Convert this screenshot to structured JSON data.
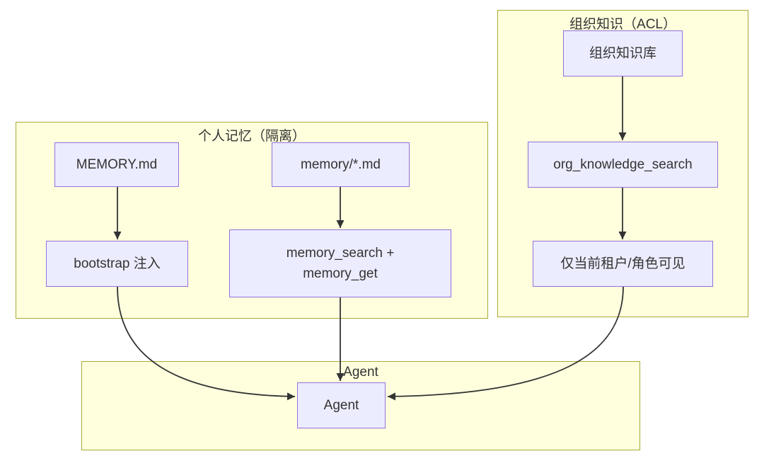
{
  "diagram": {
    "type": "flowchart",
    "clusters": {
      "personal": {
        "title": "个人记忆（隔离）"
      },
      "org": {
        "title": "组织知识（ACL）"
      },
      "agent": {
        "title": "Agent"
      }
    },
    "nodes": {
      "memory_md": {
        "label": "MEMORY.md"
      },
      "memory_glob": {
        "label": "memory/*.md"
      },
      "bootstrap": {
        "label": "bootstrap 注入"
      },
      "memory_search": {
        "label": "memory_search +\nmemory_get"
      },
      "org_kb": {
        "label": "组织知识库"
      },
      "org_search": {
        "label": "org_knowledge_search"
      },
      "acl": {
        "label": "仅当前租户/角色可见"
      },
      "agent": {
        "label": "Agent"
      }
    },
    "edges": [
      {
        "from": "memory_md",
        "to": "bootstrap"
      },
      {
        "from": "memory_glob",
        "to": "memory_search"
      },
      {
        "from": "org_kb",
        "to": "org_search"
      },
      {
        "from": "org_search",
        "to": "acl"
      },
      {
        "from": "bootstrap",
        "to": "agent"
      },
      {
        "from": "memory_search",
        "to": "agent"
      },
      {
        "from": "acl",
        "to": "agent"
      }
    ],
    "colors": {
      "node_fill": "#ECECFF",
      "node_border": "#9370DB",
      "cluster_fill": "#ffffde",
      "cluster_border": "#aaaa33",
      "edge": "#333333",
      "text": "#333333"
    }
  }
}
